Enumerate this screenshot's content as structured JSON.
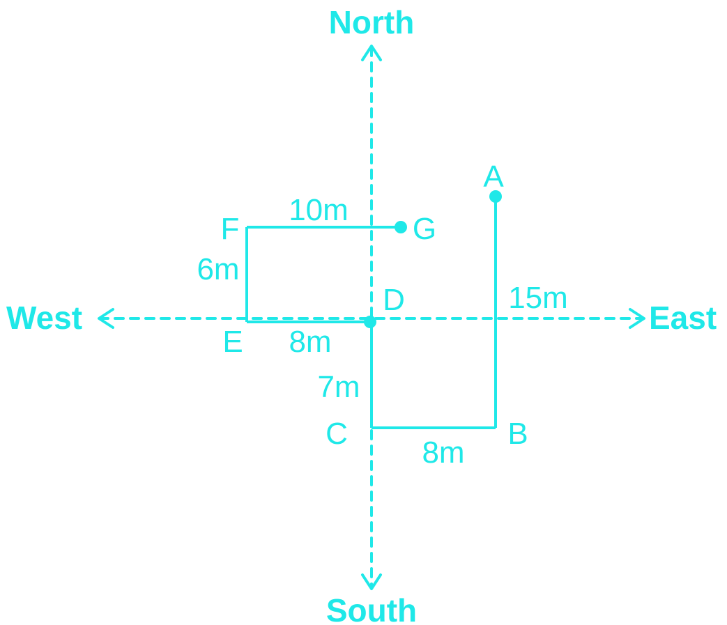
{
  "diagram": {
    "directions": {
      "north": "North",
      "south": "South",
      "west": "West",
      "east": "East"
    },
    "points": {
      "A": "A",
      "B": "B",
      "C": "C",
      "D": "D",
      "E": "E",
      "F": "F",
      "G": "G"
    },
    "distances": {
      "AB": "15m",
      "BC": "8m",
      "CD": "7m",
      "DE": "8m",
      "EF": "6m",
      "FG": "10m"
    },
    "colors": {
      "line": "#1fe8e8",
      "background": "#ffffff"
    }
  }
}
